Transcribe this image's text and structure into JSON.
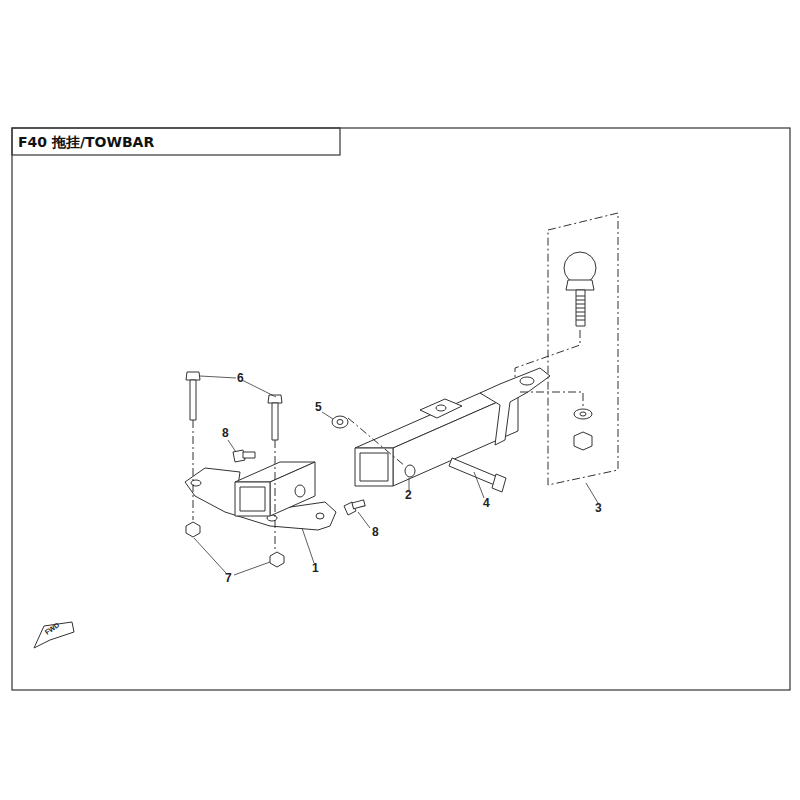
{
  "diagram": {
    "title": "F40 拖挂/TOWBAR",
    "labels": [
      "6",
      "5",
      "8",
      "2",
      "8",
      "4",
      "3",
      "7",
      "1",
      "FWD"
    ]
  }
}
